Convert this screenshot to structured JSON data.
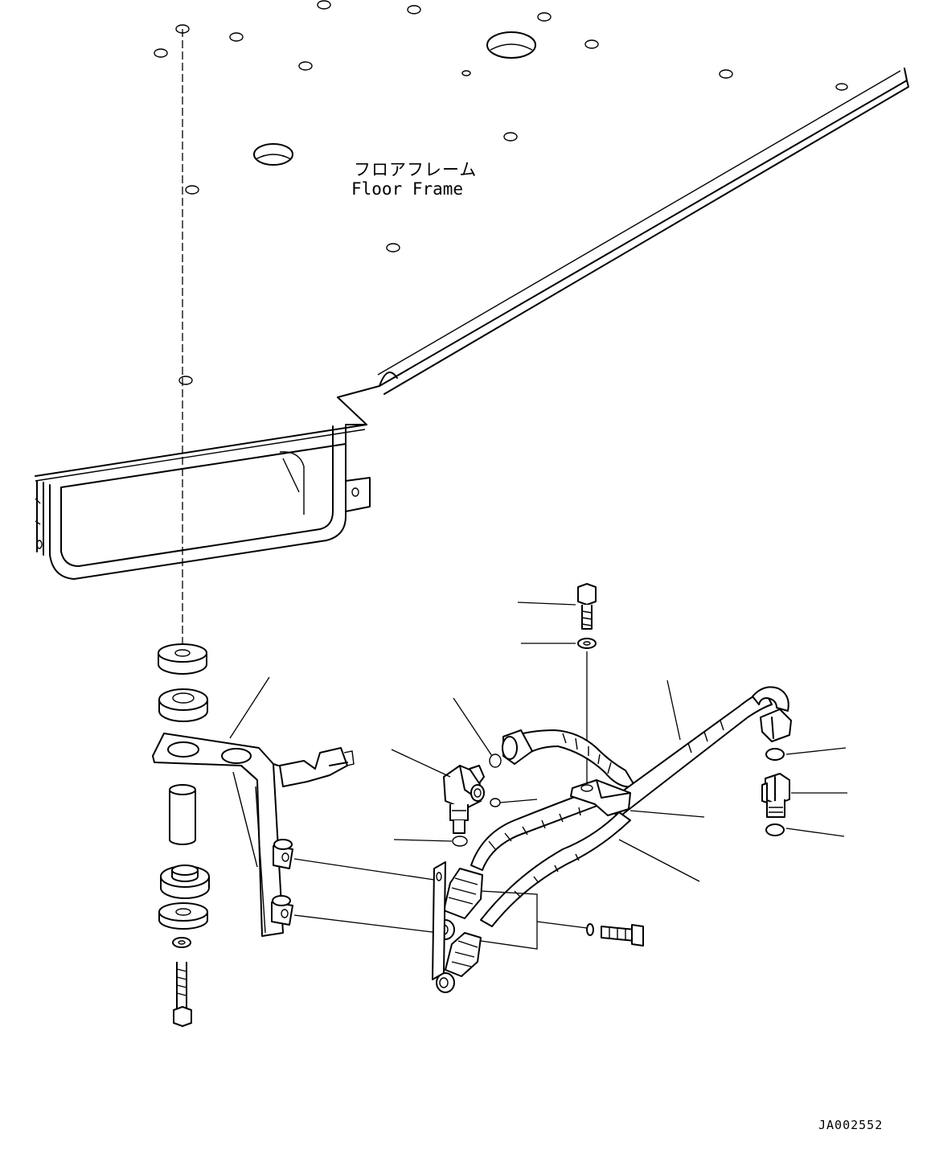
{
  "labels": {
    "floor_frame_jp": "フロアフレーム",
    "floor_frame_en": "Floor Frame",
    "drawing_code": "JA002552"
  }
}
